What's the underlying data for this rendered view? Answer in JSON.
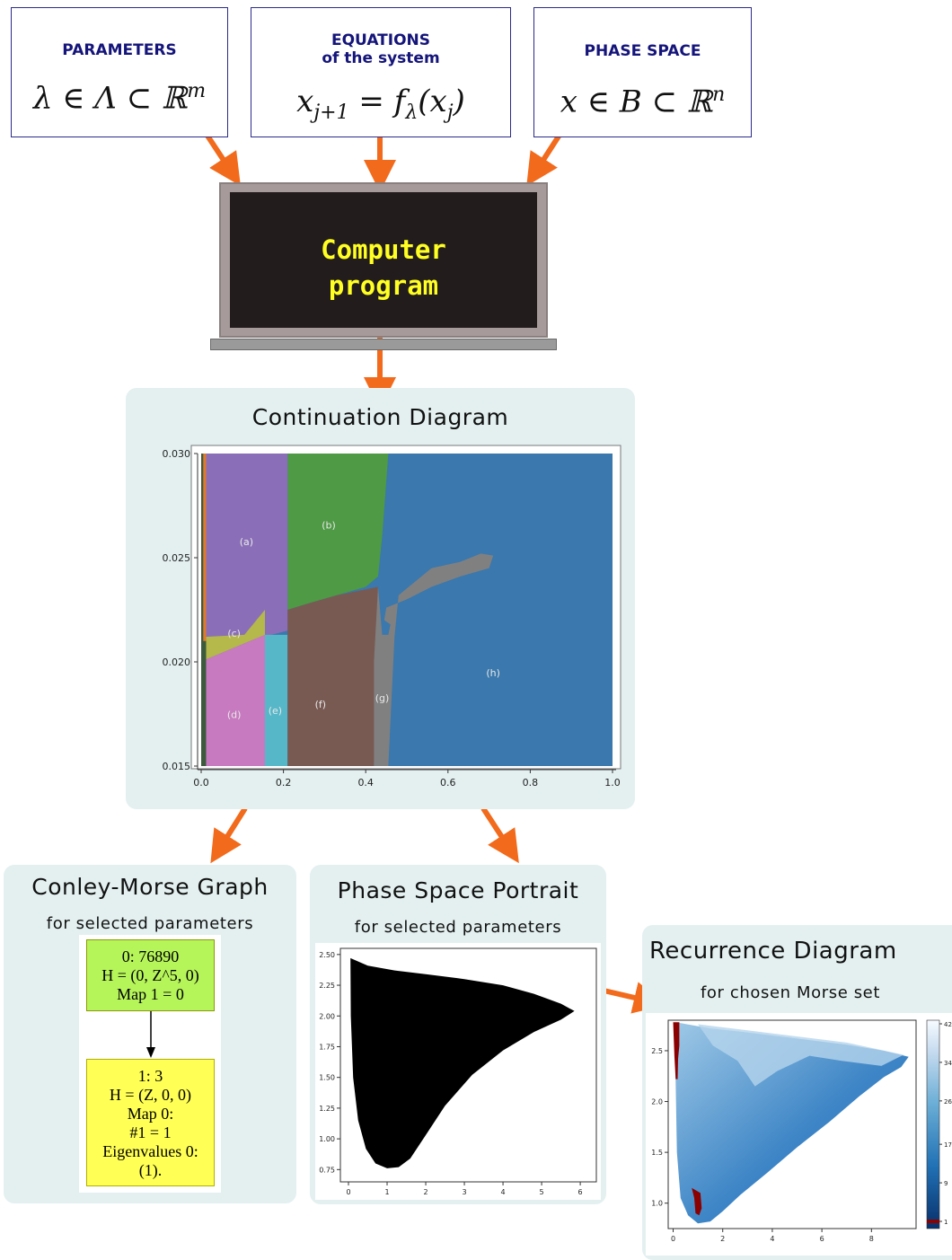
{
  "inputs": {
    "parameters": {
      "title": "PARAMETERS",
      "formula": "λ ∈ Λ ⊂ ℝ",
      "sup": "m"
    },
    "equations": {
      "title_line1": "EQUATIONS",
      "title_line2": "of the system",
      "formula_left": "x",
      "formula_sub": "j+1",
      "formula_mid": " = f",
      "formula_sub2": "λ",
      "formula_right": "(x",
      "formula_sub3": "j",
      "formula_end": ")"
    },
    "phase_space": {
      "title": "PHASE SPACE",
      "formula": "x ∈ B ⊂ ℝ",
      "sup": "n"
    }
  },
  "computer": {
    "line1": "Computer",
    "line2": "program"
  },
  "continuation": {
    "title": "Continuation Diagram",
    "chart_data": {
      "type": "heatmap",
      "xlim": [
        0.0,
        1.0
      ],
      "ylim": [
        0.015,
        0.03
      ],
      "x_ticks": [
        "0.0",
        "0.2",
        "0.4",
        "0.6",
        "0.8",
        "1.0"
      ],
      "y_ticks": [
        "0.015",
        "0.020",
        "0.025",
        "0.030"
      ],
      "regions": [
        {
          "label": "(a)",
          "color": "#8a6fb8"
        },
        {
          "label": "(b)",
          "color": "#4e9a45"
        },
        {
          "label": "(c)",
          "color": "#b5b84a"
        },
        {
          "label": "(d)",
          "color": "#c77ac0"
        },
        {
          "label": "(e)",
          "color": "#56b7c8"
        },
        {
          "label": "(f)",
          "color": "#785a53"
        },
        {
          "label": "(g)",
          "color": "#808080"
        },
        {
          "label": "(h)",
          "color": "#3a78ad"
        }
      ]
    }
  },
  "conley": {
    "title": "Conley-Morse Graph",
    "subtitle": "for selected parameters",
    "node0": [
      "0: 76890",
      "H = (0, Z^5, 0)",
      "Map 1 = 0"
    ],
    "node1": [
      "1: 3",
      "H = (Z, 0, 0)",
      "Map 0:",
      "#1 = 1",
      "Eigenvalues 0:",
      "(1)."
    ],
    "node0_color": "#b6f55a",
    "node1_color": "#ffff55"
  },
  "phase": {
    "title": "Phase Space Portrait",
    "subtitle": "for selected parameters",
    "chart_data": {
      "type": "area",
      "xlim": [
        0,
        6.3
      ],
      "ylim": [
        0.65,
        2.55
      ],
      "x_ticks": [
        "0",
        "1",
        "2",
        "3",
        "4",
        "5",
        "6"
      ],
      "y_ticks": [
        "0.75",
        "1.00",
        "1.25",
        "1.50",
        "1.75",
        "2.00",
        "2.25",
        "2.50"
      ],
      "fill_color": "#000000"
    }
  },
  "recurrence": {
    "title": "Recurrence Diagram",
    "subtitle": "for chosen Morse set",
    "chart_data": {
      "type": "heatmap",
      "xlim": [
        -0.2,
        9.8
      ],
      "ylim": [
        0.75,
        2.8
      ],
      "x_ticks": [
        "0",
        "2",
        "4",
        "6",
        "8"
      ],
      "y_ticks": [
        "1.0",
        "1.5",
        "2.0",
        "2.5"
      ],
      "colorbar_ticks": [
        "1",
        "9",
        "17",
        "26",
        "34",
        "42"
      ],
      "colormap": "Blues",
      "morse_set_color": "#8b0000"
    }
  },
  "colors": {
    "arrow": "#f26a1b",
    "panel": "#e4f0f0",
    "screen": "#231c1c",
    "screen_text": "#ffff22"
  }
}
